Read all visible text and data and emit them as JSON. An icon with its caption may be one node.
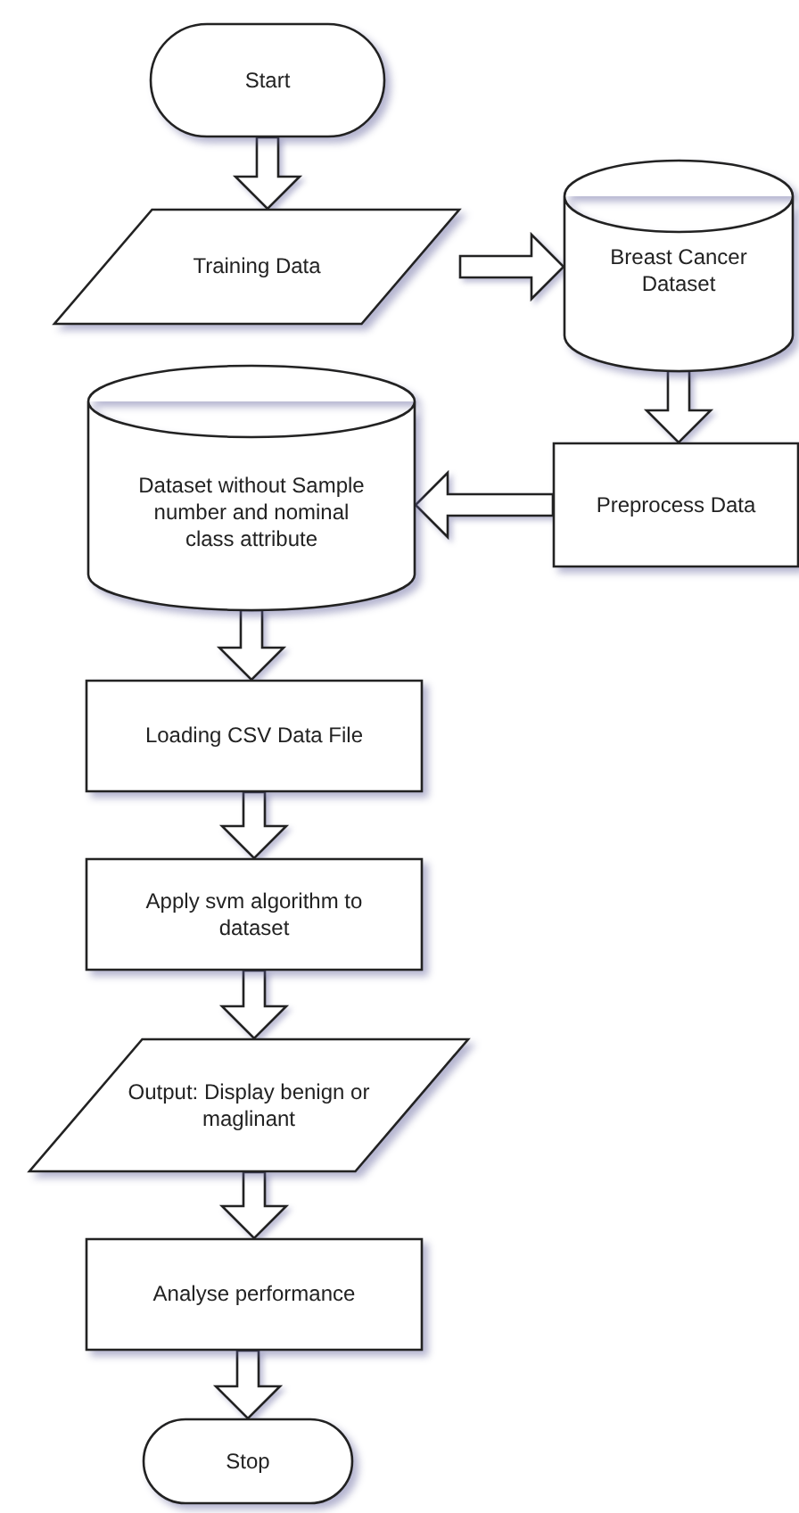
{
  "diagram": {
    "nodes": [
      {
        "text": [
          "Start"
        ]
      },
      {
        "text": [
          "Training Data"
        ]
      },
      {
        "text": [
          "Breast Cancer Dataset"
        ]
      },
      {
        "text": [
          "Preprocess Data"
        ]
      },
      {
        "text": [
          "Dataset without Sample number and nominal class attribute"
        ]
      },
      {
        "text": [
          "Loading CSV Data File"
        ]
      },
      {
        "text": [
          "Apply svm algorithm to dataset"
        ]
      },
      {
        "text": [
          "Output: Display benign or maglinant"
        ]
      },
      {
        "text": [
          "Analyse performance"
        ]
      },
      {
        "text": [
          "Stop"
        ]
      }
    ],
    "edges": [
      {
        "from": 0,
        "to": 1,
        "arrow": "to"
      },
      {
        "from": 1,
        "to": 2,
        "arrow": "to"
      },
      {
        "from": 2,
        "to": 3,
        "arrow": "to"
      },
      {
        "from": 3,
        "to": 4,
        "arrow": "to"
      },
      {
        "from": 4,
        "to": 5,
        "arrow": "to"
      },
      {
        "from": 5,
        "to": 6,
        "arrow": "to"
      },
      {
        "from": 6,
        "to": 7,
        "arrow": "to"
      },
      {
        "from": 7,
        "to": 8,
        "arrow": "to"
      },
      {
        "from": 8,
        "to": 9,
        "arrow": "to"
      }
    ]
  }
}
